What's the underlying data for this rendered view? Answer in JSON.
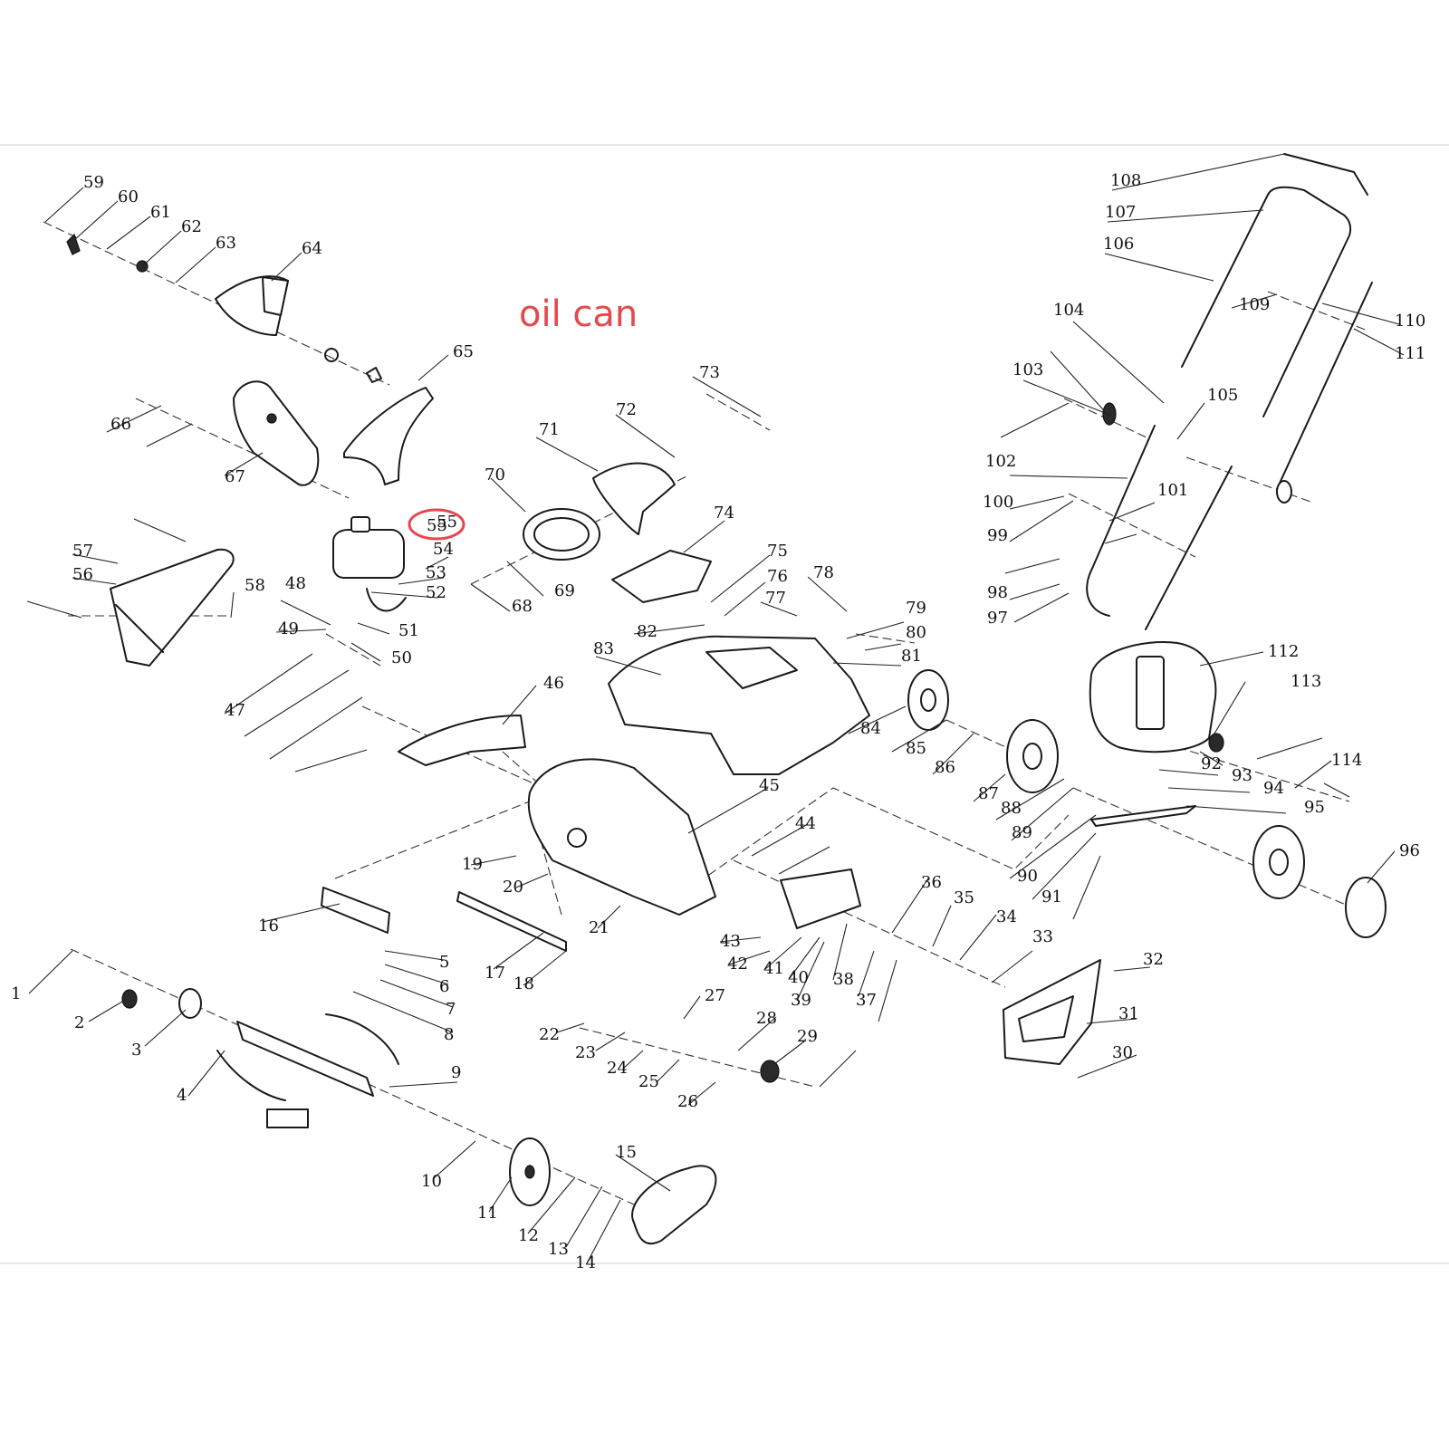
{
  "annotation": {
    "text": "oil can",
    "highlighted_part": "55",
    "color": "#e5484d"
  },
  "part_numbers": [
    "1",
    "2",
    "3",
    "4",
    "5",
    "6",
    "7",
    "8",
    "9",
    "10",
    "11",
    "12",
    "13",
    "14",
    "15",
    "16",
    "17",
    "18",
    "19",
    "20",
    "21",
    "22",
    "23",
    "24",
    "25",
    "26",
    "27",
    "28",
    "29",
    "30",
    "31",
    "32",
    "33",
    "34",
    "35",
    "36",
    "37",
    "38",
    "39",
    "40",
    "41",
    "42",
    "43",
    "44",
    "45",
    "46",
    "47",
    "48",
    "49",
    "50",
    "51",
    "52",
    "53",
    "54",
    "55",
    "56",
    "57",
    "58",
    "59",
    "60",
    "61",
    "62",
    "63",
    "64",
    "65",
    "66",
    "67",
    "68",
    "69",
    "70",
    "71",
    "72",
    "73",
    "74",
    "75",
    "76",
    "77",
    "78",
    "79",
    "80",
    "81",
    "82",
    "83",
    "84",
    "85",
    "86",
    "87",
    "88",
    "89",
    "90",
    "91",
    "92",
    "93",
    "94",
    "95",
    "96",
    "97",
    "98",
    "99",
    "100",
    "101",
    "102",
    "103",
    "104",
    "105",
    "106",
    "107",
    "108",
    "109",
    "110",
    "111",
    "112",
    "113",
    "114"
  ]
}
